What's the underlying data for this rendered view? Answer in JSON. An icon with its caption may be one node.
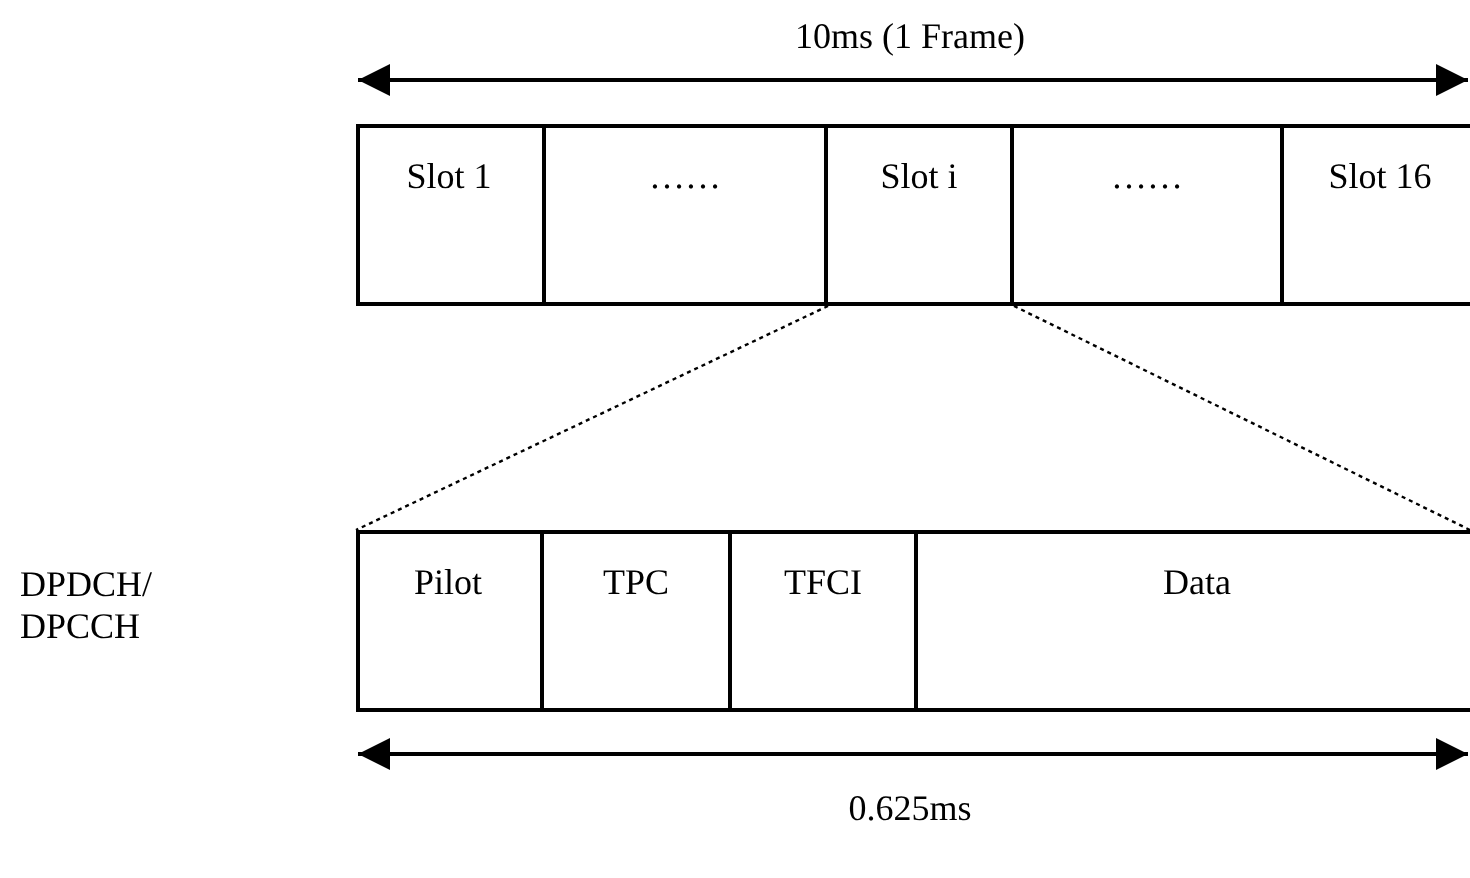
{
  "diagram": {
    "nodes": [
      {
        "text": [],
        "shape": "box"
      },
      {
        "text": [
          "Slot 1"
        ],
        "in": 0
      },
      {
        "text": [
          "……"
        ],
        "in": 0
      },
      {
        "text": [
          "Slot i"
        ],
        "in": 0
      },
      {
        "text": [
          "……"
        ],
        "in": 0
      },
      {
        "text": [
          "Slot 16"
        ],
        "in": 0
      },
      {
        "text": [],
        "shape": "box"
      },
      {
        "text": [
          "Pilot"
        ],
        "in": 6
      },
      {
        "text": [
          "TPC"
        ],
        "in": 6
      },
      {
        "text": [
          "TFCI"
        ],
        "in": 6
      },
      {
        "text": [
          "Data"
        ],
        "in": 6
      }
    ],
    "edges": [
      {
        "from": 3,
        "to": 6,
        "arrow": "none",
        "style": "dashed"
      },
      {
        "from": 3,
        "to": 6,
        "arrow": "none",
        "style": "dashed"
      }
    ],
    "labels": [
      "10ms (1 Frame)",
      "DPDCH/ DPCCH",
      "0.625ms"
    ]
  }
}
